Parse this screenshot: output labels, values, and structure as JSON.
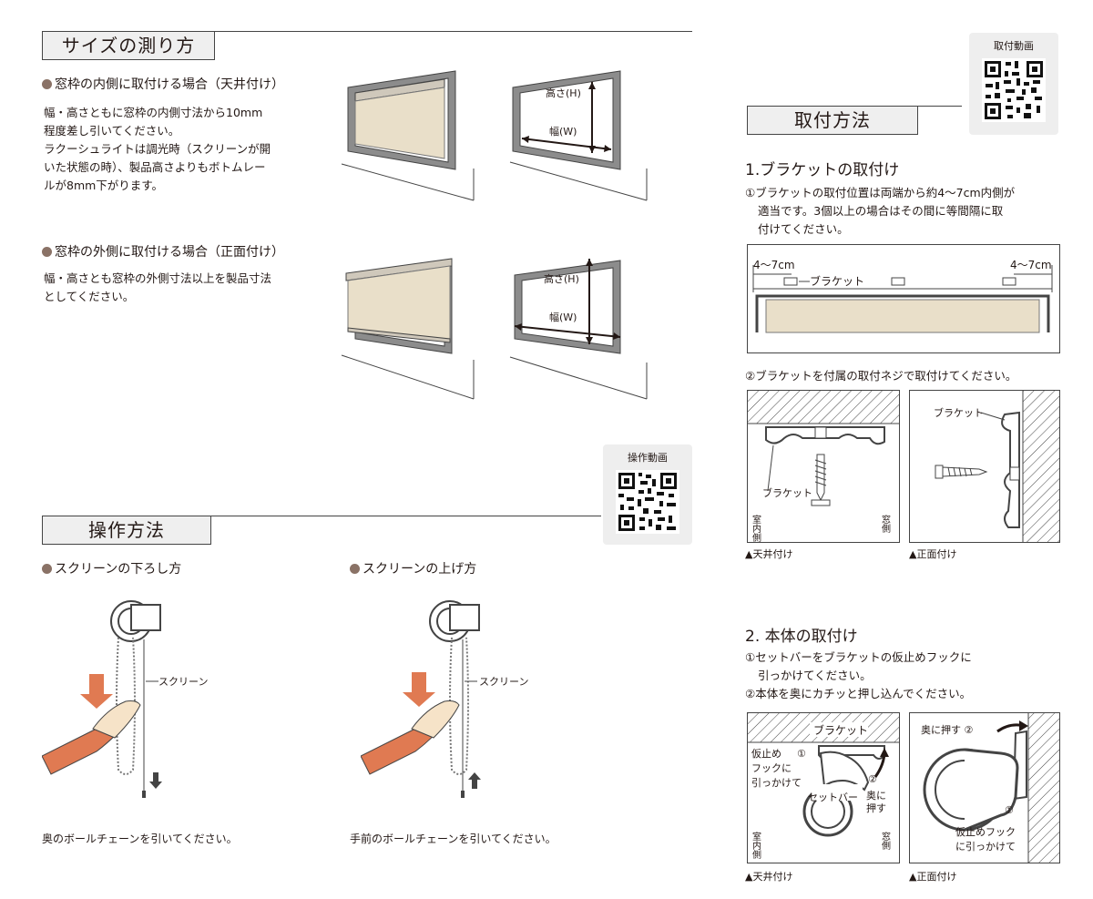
{
  "size": {
    "title": "サイズの測り方",
    "inside": {
      "heading": "窓枠の内側に取付ける場合（天井付け）",
      "lines": [
        "幅・高さともに窓枠の内側寸法から10mm",
        "程度差し引いてください。",
        "ラクーシュライトは調光時（スクリーンが開",
        "いた状態の時）、製品高さよりもボトムレー",
        "ルが8mm下がります。"
      ]
    },
    "outside": {
      "heading": "窓枠の外側に取付ける場合（正面付け）",
      "lines": [
        "幅・高さとも窓枠の外側寸法以上を製品寸法",
        "としてください。"
      ]
    },
    "height_label": "高さ(H)",
    "width_label": "幅(W)"
  },
  "operation": {
    "title": "操作方法",
    "qr_label": "操作動画",
    "lower": {
      "heading": "スクリーンの下ろし方",
      "caption": "奥のボールチェーンを引いてください。",
      "screen_label": "スクリーン"
    },
    "raise": {
      "heading": "スクリーンの上げ方",
      "caption": "手前のボールチェーンを引いてください。",
      "screen_label": "スクリーン"
    }
  },
  "install": {
    "title": "取付方法",
    "qr_label": "取付動画",
    "bracket": {
      "heading": "1.ブラケットの取付け",
      "step1": [
        "①ブラケットの取付位置は両端から約4～7cm内側が",
        "適当です。3個以上の場合はその間に等間隔に取",
        "付けてください。"
      ],
      "dim_left": "4～7cm",
      "dim_right": "4～7cm",
      "bracket_label": "ブラケット",
      "step2": "②ブラケットを付属の取付ネジで取付けてください。",
      "ceiling_bracket_label": "ブラケット",
      "indoor": "室内側",
      "window": "窓側",
      "front_bracket_label": "ブラケット",
      "caption_ceiling": "▲天井付け",
      "caption_front": "▲正面付け"
    },
    "body": {
      "heading": "2. 本体の取付け",
      "step1": [
        "①セットバーをブラケットの仮止めフックに",
        "引っかけてください。"
      ],
      "step2": "②本体を奥にカチッと押し込んでください。",
      "bracket_label": "ブラケット",
      "hook_lines": [
        "仮止め",
        "フックに",
        "引っかけて"
      ],
      "num1": "①",
      "num2": "②",
      "setbar": "セットバー",
      "push_lines": [
        "奥に",
        "押す"
      ],
      "indoor": "室内側",
      "window": "窓側",
      "front_push": "奥に押す ②",
      "front_num1": "①",
      "front_hook_lines": [
        "仮止めフック",
        "に引っかけて"
      ],
      "caption_ceiling": "▲天井付け",
      "caption_front": "▲正面付け"
    }
  }
}
